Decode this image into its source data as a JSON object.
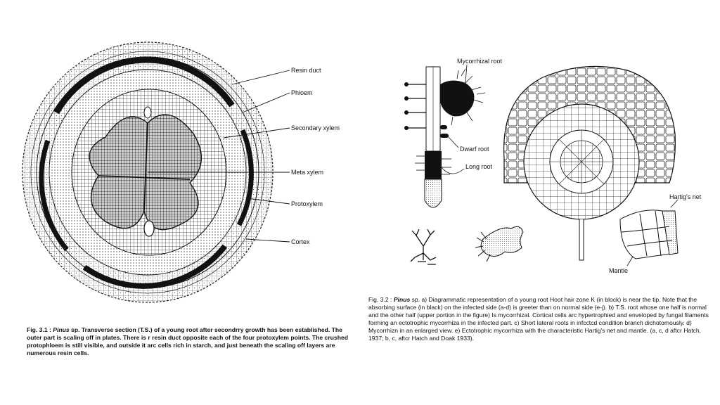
{
  "figure1": {
    "labels": {
      "resin_duct": "Resin duct",
      "phloem": "Phloem",
      "secondary_xylem": "Secondary xylem",
      "meta_xylem": "Meta xylem",
      "protoxylem": "Protoxylem",
      "cortex": "Cortex"
    },
    "caption": {
      "number": "Fig. 3.1 :",
      "genus": "Pinus",
      "text": "sp. Transverse section (T.S.) of a young root after secondrry growth has been established. The outer part is scaling off in plates. There is r resin duct opposite each of the four protoxylem points. The crushed protophloem is still visible, and outside it arc cells rich in starch, and just beneath the scaling off layers are numerous resin cells."
    }
  },
  "figure2": {
    "labels": {
      "mycorrhizal_root": "Mycorrhizal root",
      "dwarf_root": "Dwarf root",
      "long_root": "Long root",
      "hartigs_net": "Hartig's net",
      "mantle": "Mantle"
    },
    "caption": {
      "number": "Fig. 3.2 :",
      "genus": "Pinus",
      "text": "sp. a) Diagrammatic representation of a young root Hoot hair zone K (in block) is near the tip. Note that the absorbing surface (in black) on the infected side (a-d) is greeter than on normal side (e-j). b) T.S. root whose one half is normal and the other half (upper portion in the figure) Is mycorrhizal. Cortical cells arc hypertrophied and enveloped by fungal filaments forming an ectotrophic mycorrhiza in the infected part. c) Short lateral roots in infcctcd condition branch dichotomously. d) Mycorrhizn in an enlarged view. e) Ectotrophic mycorrhiza with the characteristic Hartig's net and mantle. (a, c, d aftcr Hatch, 1937; b, c, aftcr Hatch and Doak 1933)."
    }
  }
}
